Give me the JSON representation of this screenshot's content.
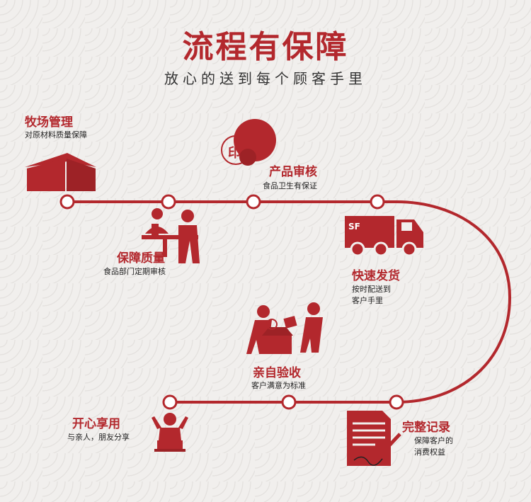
{
  "title": "流程有保障",
  "subtitle": "放心的送到每个顾客手里",
  "colors": {
    "accent": "#b3282d",
    "text": "#222222",
    "background": "#f1efed"
  },
  "steps": [
    {
      "heading": "牧场管理",
      "desc": "对原材料质量保障",
      "icon": "barn-icon"
    },
    {
      "heading": "保障质量",
      "desc": "食品部门定期审核",
      "icon": "inspection-desk-icon"
    },
    {
      "heading": "产品审核",
      "desc": "食品卫生有保证",
      "icon": "stamp-icon",
      "stamp_text": "印"
    },
    {
      "heading": "快速发货",
      "desc_lines": [
        "按时配送到",
        "客户手里"
      ],
      "icon": "delivery-truck-icon",
      "truck_logo": "SF"
    },
    {
      "heading": "亲自验收",
      "desc": "客户满意为标准",
      "icon": "package-handover-icon"
    },
    {
      "heading": "完整记录",
      "desc_lines": [
        "保障客户的",
        "消费权益"
      ],
      "icon": "document-signing-icon"
    },
    {
      "heading": "开心享用",
      "desc": "与亲人，朋友分享",
      "icon": "happy-person-icon"
    }
  ]
}
